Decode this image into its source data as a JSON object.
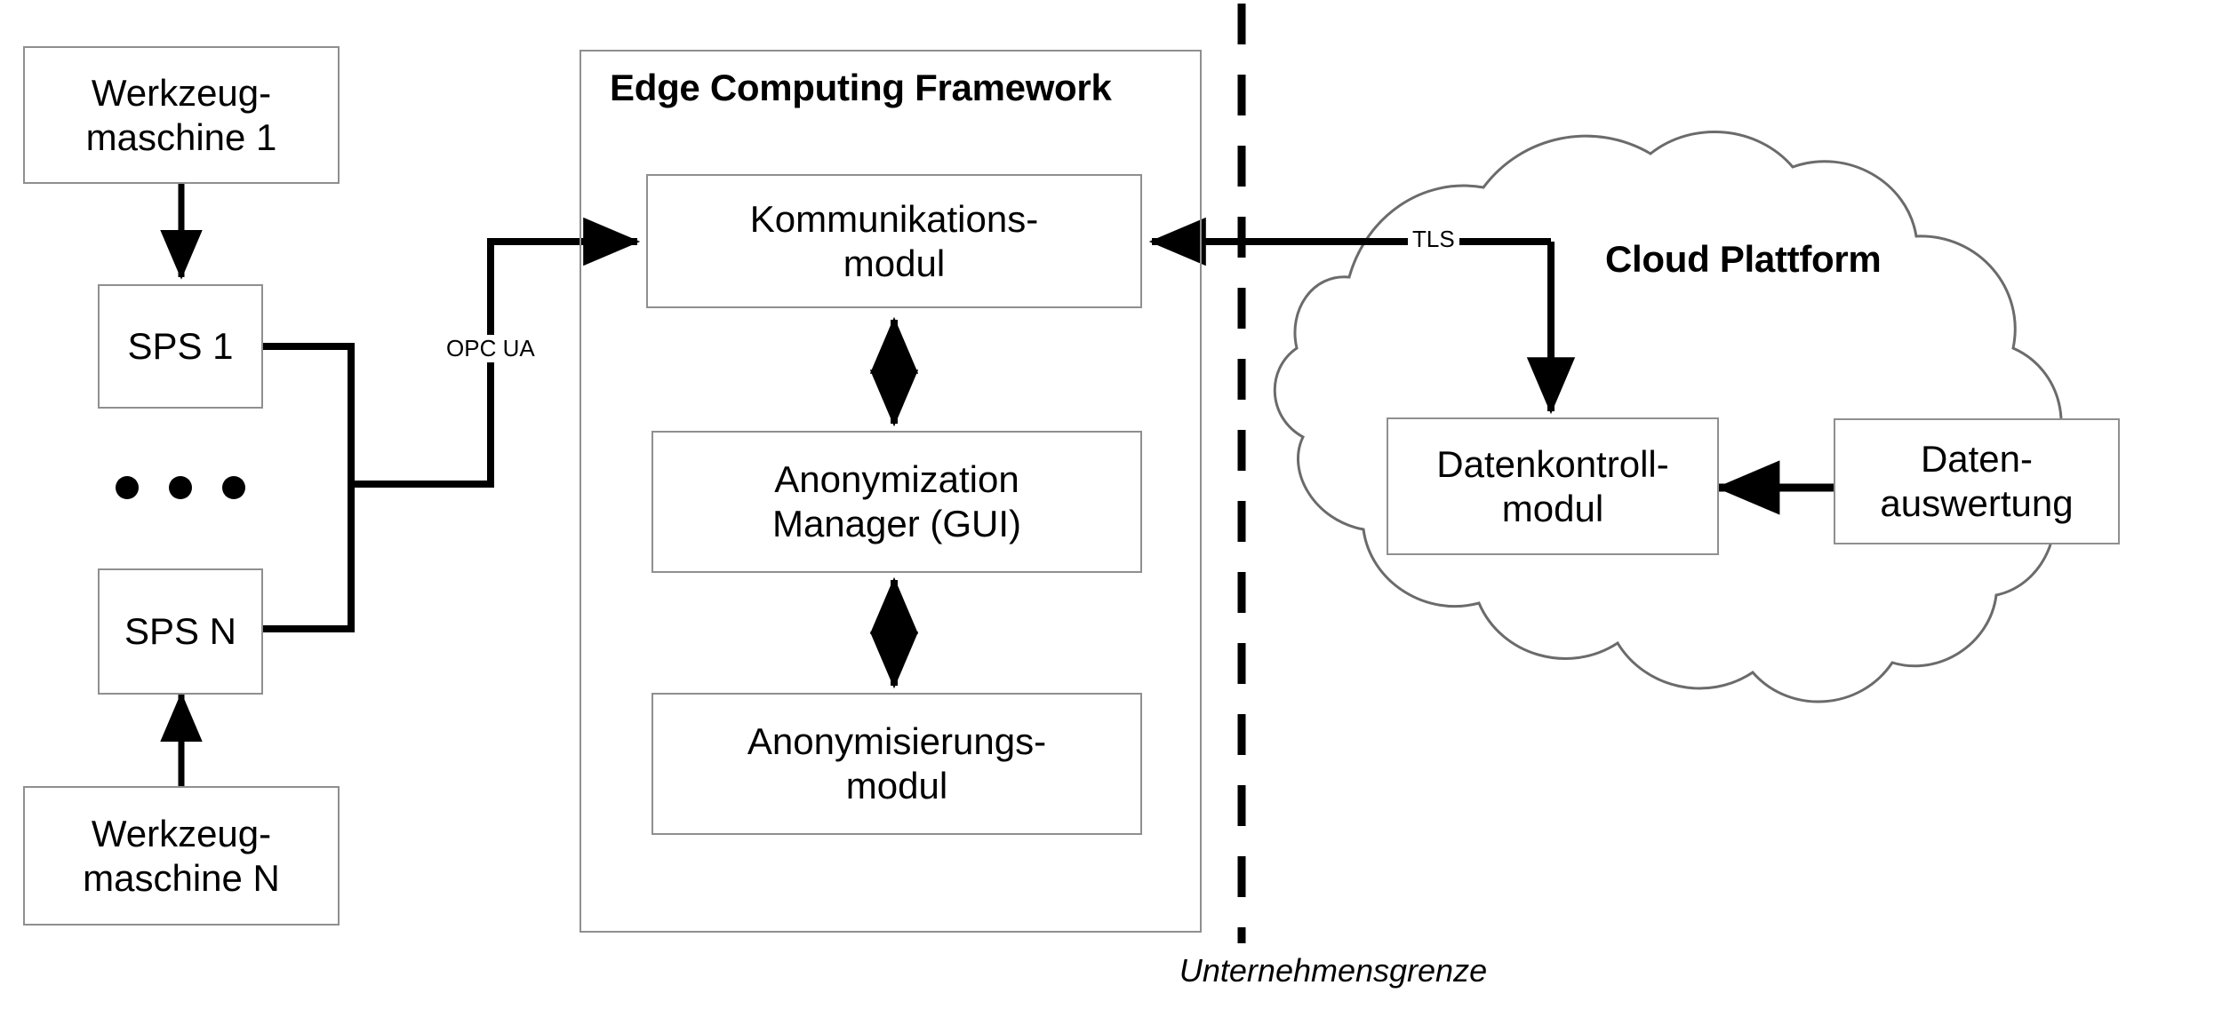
{
  "diagram": {
    "title_hidden": "",
    "boundary_caption": "Unternehmensgrenze",
    "colors": {
      "box_border": "#8f8f8f",
      "connector": "#000000",
      "cloud_outline": "#6b6b6b",
      "background": "#ffffff"
    }
  },
  "shopfloor": {
    "machines": [
      {
        "label": "Werkzeug-\nmaschine 1"
      },
      {
        "label": "Werkzeug-\nmaschine N"
      }
    ],
    "controllers": [
      {
        "label": "SPS 1"
      },
      {
        "label": "SPS N"
      }
    ],
    "ellipsis": "•  •  •"
  },
  "edge": {
    "group_title": "Edge Computing Framework",
    "modules": [
      {
        "label": "Kommunikations-\nmodul"
      },
      {
        "label": "Anonymization\nManager (GUI)"
      },
      {
        "label": "Anonymisierungs-\nmodul"
      }
    ]
  },
  "cloud": {
    "group_title": "Cloud Plattform",
    "modules": [
      {
        "label": "Datenkontroll-\nmodul"
      },
      {
        "label": "Daten-\nauswertung"
      }
    ]
  },
  "connections": {
    "opc_ua_label": "OPC UA",
    "tls_label": "TLS"
  }
}
